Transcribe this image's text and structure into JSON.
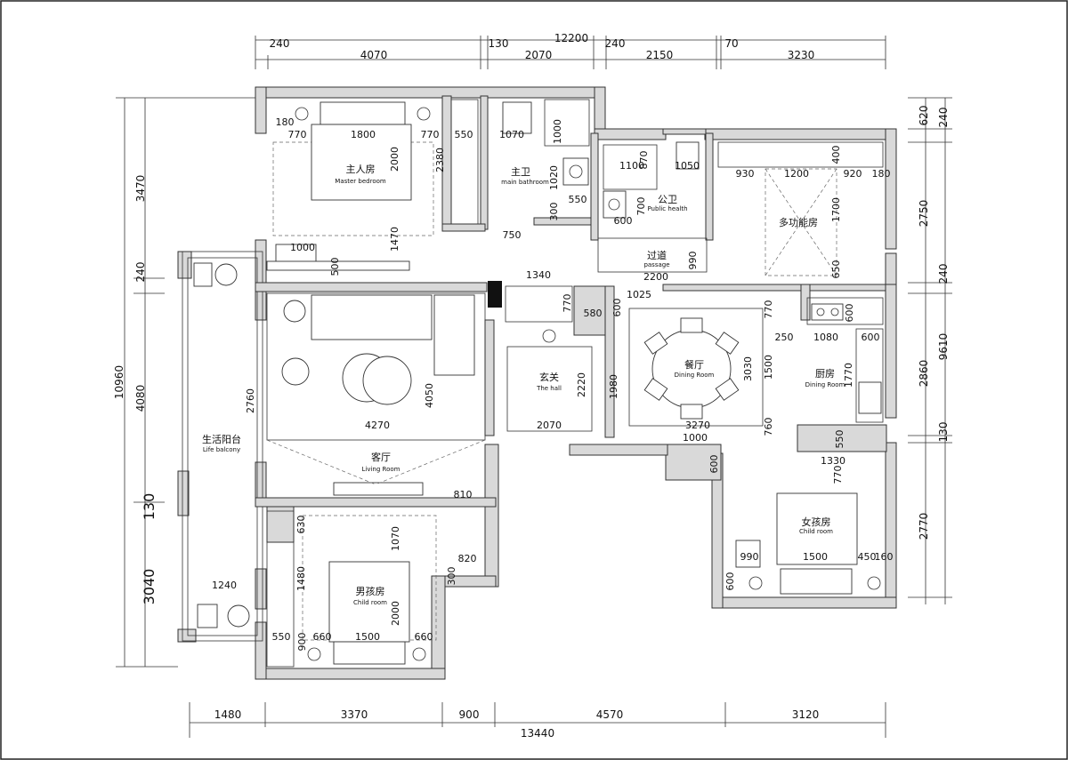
{
  "top_dims": {
    "total": "12200",
    "segments": [
      "240",
      "4070",
      "130",
      "2070",
      "240",
      "2150",
      "70",
      "3230"
    ]
  },
  "bottom_dims": {
    "total": "13440",
    "segments": [
      "1480",
      "3370",
      "900",
      "4570",
      "3120"
    ]
  },
  "left_dims": {
    "total": "10960",
    "segments": [
      "3470",
      "240",
      "4080",
      "130",
      "3040"
    ]
  },
  "right_dims": {
    "total": "9610",
    "segments": [
      "620",
      "240",
      "2750",
      "240",
      "2860",
      "130",
      "2770"
    ]
  },
  "rooms": {
    "master": {
      "cn": "主人房",
      "en": "Master bedroom"
    },
    "main_bath": {
      "cn": "主卫",
      "en": "main bathroom"
    },
    "public_bath": {
      "cn": "公卫",
      "en": "Public health"
    },
    "multi": {
      "cn": "多功能房"
    },
    "passage": {
      "cn": "过道",
      "en": "passage"
    },
    "hall": {
      "cn": "玄关",
      "en": "The hall"
    },
    "dining": {
      "cn": "餐厅",
      "en": "Dining Room"
    },
    "kitchen": {
      "cn": "厨房",
      "en": "Dining Room"
    },
    "balcony": {
      "cn": "生活阳台",
      "en": "Life balcony"
    },
    "living": {
      "cn": "客厅",
      "en": "Living Room"
    },
    "boy": {
      "cn": "男孩房",
      "en": "Child room"
    },
    "girl": {
      "cn": "女孩房",
      "en": "Child room"
    }
  },
  "inner_dims": {
    "d180": "180",
    "d770a": "770",
    "d1800": "1800",
    "d770b": "770",
    "d550": "550",
    "d1070": "1070",
    "d1000a": "1000",
    "d2000a": "2000",
    "d2380": "2380",
    "d1020": "1020",
    "d550b": "550",
    "d300a": "300",
    "d750": "750",
    "d1470": "1470",
    "d1000b": "1000",
    "d500": "500",
    "d1100": "1100",
    "d870": "870",
    "d1050": "1050",
    "d700": "700",
    "d600a": "600",
    "d990a": "990",
    "d2200": "2200",
    "d930": "930",
    "d1200": "1200",
    "d400": "400",
    "d920": "920",
    "d180b": "180",
    "d1700": "1700",
    "d650": "650",
    "d1340": "1340",
    "d1025": "1025",
    "d770c": "770",
    "d580": "580",
    "d600b": "600",
    "d2220": "2220",
    "d1980": "1980",
    "d2070": "2070",
    "d4270": "4270",
    "d4050": "4050",
    "d2760": "2760",
    "d600c": "600",
    "d250": "250",
    "d1080": "1080",
    "d600d": "600",
    "d1500a": "1500",
    "d1770": "1770",
    "d3030": "3030",
    "d770d": "770",
    "d3270": "3270",
    "d1000c": "1000",
    "d760": "760",
    "d550c": "550",
    "d600e": "600",
    "d1330": "1330",
    "d770e": "770",
    "d810": "810",
    "d820": "820",
    "d300b": "300",
    "d630": "630",
    "d1070b": "1070",
    "d1480": "1480",
    "d2000b": "2000",
    "d550d": "550",
    "d900": "900",
    "d1500b": "1500",
    "d660a": "660",
    "d660b": "660",
    "d1240": "1240",
    "d990b": "990",
    "d1500c": "1500",
    "d450": "450",
    "d160": "160",
    "d600f": "600",
    "faint1": "130",
    "faint2": "3040"
  }
}
